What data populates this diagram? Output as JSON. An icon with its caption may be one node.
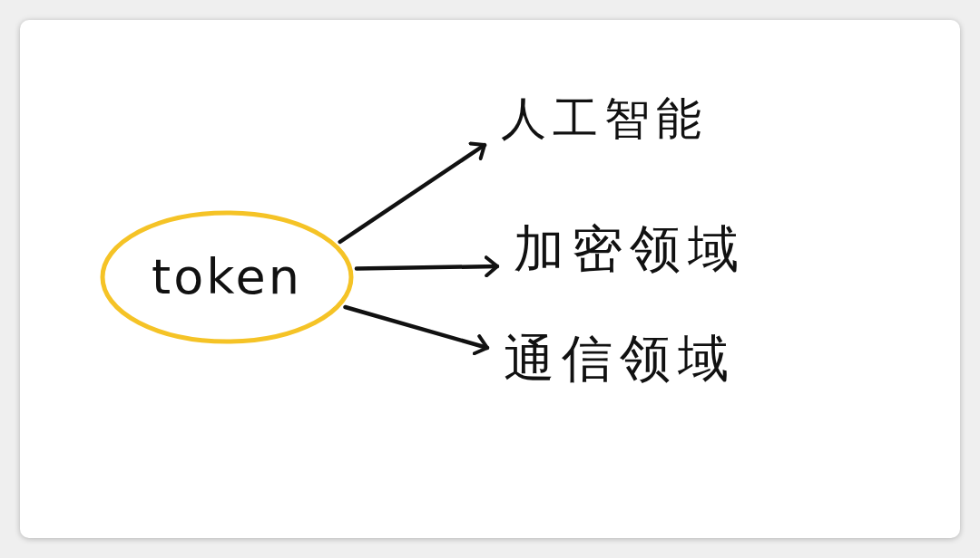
{
  "diagram": {
    "nodes": [
      {
        "text": [
          "token"
        ]
      },
      {
        "text": [
          "人工智能"
        ]
      },
      {
        "text": [
          "加密领域"
        ]
      },
      {
        "text": [
          "通信领域"
        ]
      }
    ],
    "edges": [
      {
        "from": 0,
        "to": 1,
        "arrow": "to"
      },
      {
        "from": 0,
        "to": 2,
        "arrow": "to"
      },
      {
        "from": 0,
        "to": 3,
        "arrow": "to"
      }
    ]
  }
}
